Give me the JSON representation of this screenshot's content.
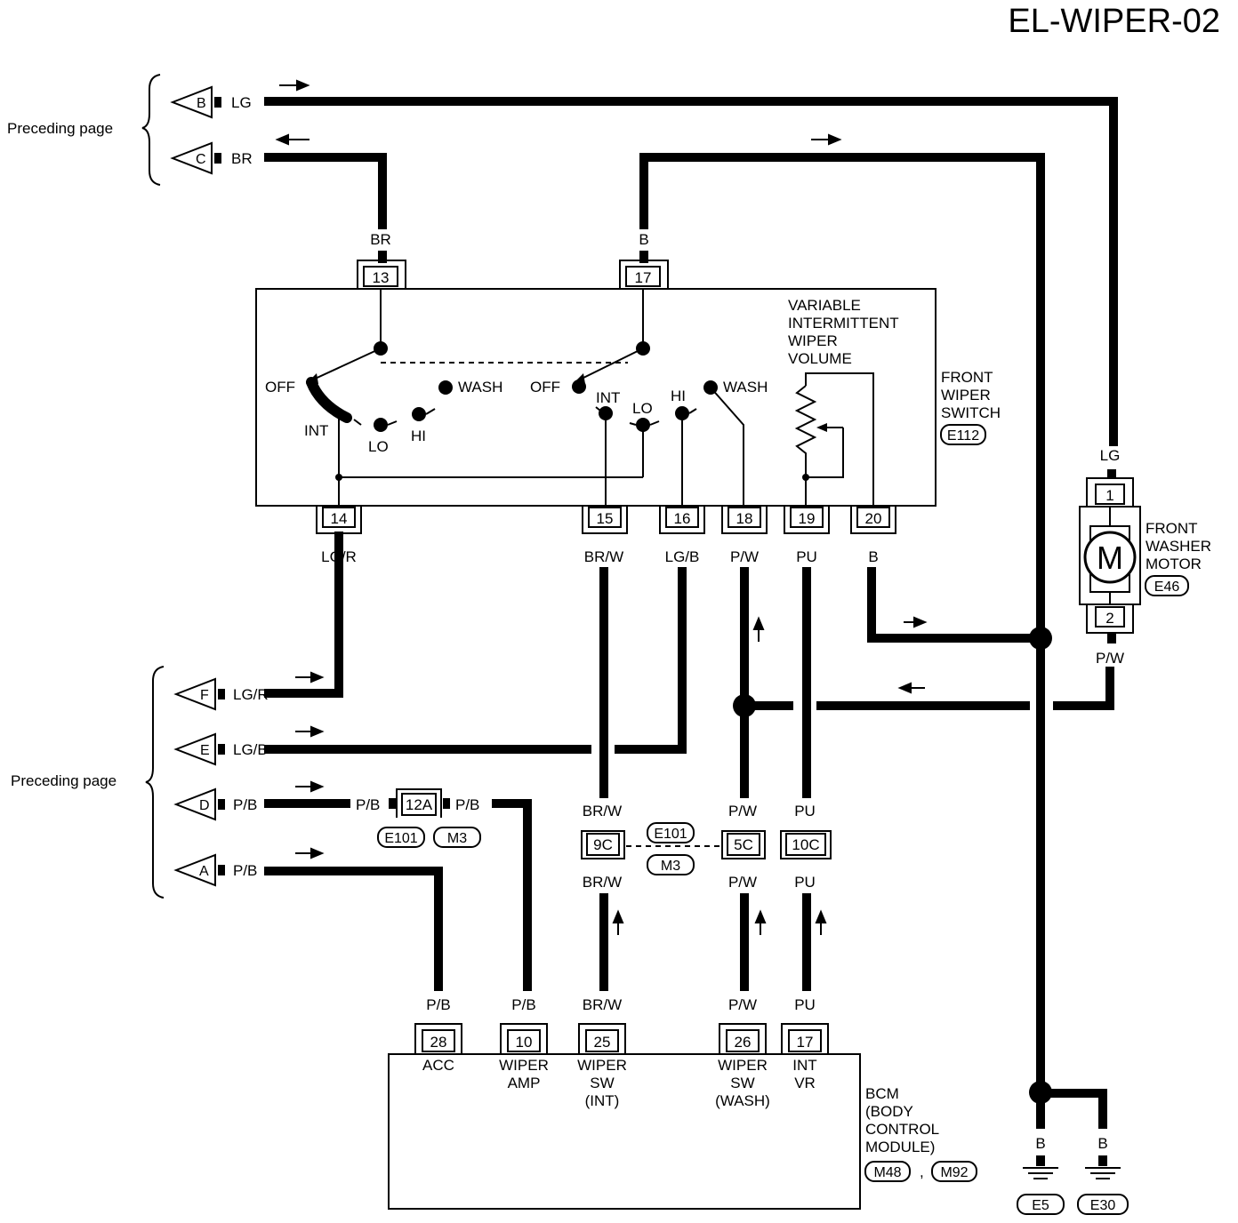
{
  "title": "EL-WIPER-02",
  "preceding_page": "Preceding page",
  "connectors_left": [
    {
      "letter": "B",
      "color": "LG"
    },
    {
      "letter": "C",
      "color": "BR"
    },
    {
      "letter": "F",
      "color": "LG/R"
    },
    {
      "letter": "E",
      "color": "LG/B"
    },
    {
      "letter": "D",
      "color": "P/B"
    },
    {
      "letter": "A",
      "color": "P/B"
    }
  ],
  "switch": {
    "name_lines": [
      "FRONT",
      "WIPER",
      "SWITCH"
    ],
    "code": "E112",
    "volume_lines": [
      "VARIABLE",
      "INTERMITTENT",
      "WIPER",
      "VOLUME"
    ],
    "pos_off": "OFF",
    "pos_int": "INT",
    "pos_lo": "LO",
    "pos_hi": "HI",
    "pos_wash": "WASH",
    "top_pins": [
      {
        "num": "13",
        "wire": "BR"
      },
      {
        "num": "17",
        "wire": "B"
      }
    ],
    "bottom_pins": [
      {
        "num": "14",
        "wire": "LG/R"
      },
      {
        "num": "15",
        "wire": "BR/W"
      },
      {
        "num": "16",
        "wire": "LG/B"
      },
      {
        "num": "18",
        "wire": "P/W"
      },
      {
        "num": "19",
        "wire": "PU"
      },
      {
        "num": "20",
        "wire": "B"
      }
    ]
  },
  "washer_motor": {
    "name_lines": [
      "FRONT",
      "WASHER",
      "MOTOR"
    ],
    "code": "E46",
    "symbol": "M",
    "pin1": "1",
    "pin2": "2",
    "wire_top": "LG",
    "wire_bottom": "P/W"
  },
  "joint_connector": {
    "pin": "12A",
    "wire_left": "P/B",
    "wire_right": "P/B",
    "codes": [
      "E101",
      "M3"
    ]
  },
  "mid_connectors": {
    "codes": [
      "E101",
      "M3"
    ],
    "pins": [
      {
        "num": "9C",
        "wire_top": "BR/W",
        "wire_bottom": "BR/W"
      },
      {
        "num": "5C",
        "wire_top": "P/W",
        "wire_bottom": "P/W"
      },
      {
        "num": "10C",
        "wire_top": "PU",
        "wire_bottom": "PU"
      }
    ]
  },
  "bcm": {
    "name_lines": [
      "BCM",
      "(BODY",
      "CONTROL",
      "MODULE)"
    ],
    "codes": [
      "M48",
      "M92"
    ],
    "code_sep": ",",
    "pins": [
      {
        "num": "28",
        "wire": "P/B",
        "label_lines": [
          "ACC"
        ]
      },
      {
        "num": "10",
        "wire": "P/B",
        "label_lines": [
          "WIPER",
          "AMP"
        ]
      },
      {
        "num": "25",
        "wire": "BR/W",
        "label_lines": [
          "WIPER",
          "SW",
          "(INT)"
        ]
      },
      {
        "num": "26",
        "wire": "P/W",
        "label_lines": [
          "WIPER",
          "SW",
          "(WASH)"
        ]
      },
      {
        "num": "17",
        "wire": "PU",
        "label_lines": [
          "INT",
          "VR"
        ]
      }
    ]
  },
  "grounds": [
    {
      "wire": "B",
      "code": "E5"
    },
    {
      "wire": "B",
      "code": "E30"
    }
  ]
}
